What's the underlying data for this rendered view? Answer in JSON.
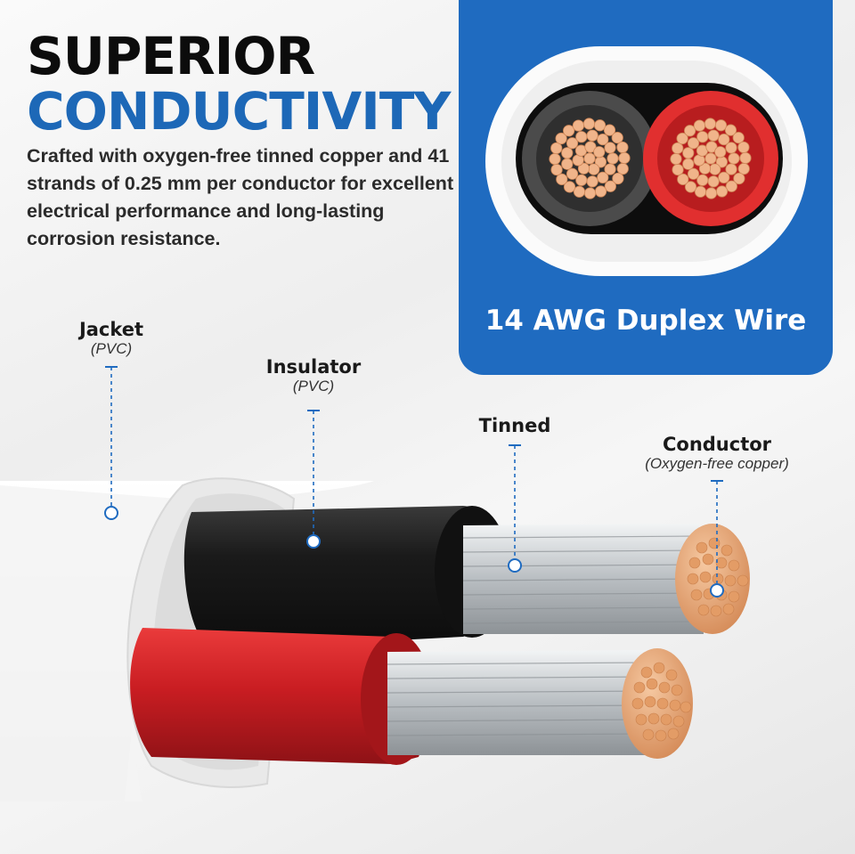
{
  "headline": {
    "line1": "SUPERIOR",
    "line2": "CONDUCTIVITY"
  },
  "description": "Crafted with oxygen-free tinned copper and 41 strands of 0.25 mm per conductor for excellent electrical performance and long-lasting corrosion resistance.",
  "panel": {
    "title": "14 AWG Duplex Wire"
  },
  "callouts": [
    {
      "name": "Jacket",
      "material": "(PVC)"
    },
    {
      "name": "Insulator",
      "material": "(PVC)"
    },
    {
      "name": "Tinned",
      "material": ""
    },
    {
      "name": "Conductor",
      "material": "(Oxygen-free copper)"
    }
  ],
  "colors": {
    "brand_blue": "#1f6bc0",
    "headline_blue": "#1d68b7",
    "wire_red": "#d42226",
    "wire_black": "#1b1b1b",
    "copper": "#e9a877",
    "tinned": "#cfd3d6"
  }
}
